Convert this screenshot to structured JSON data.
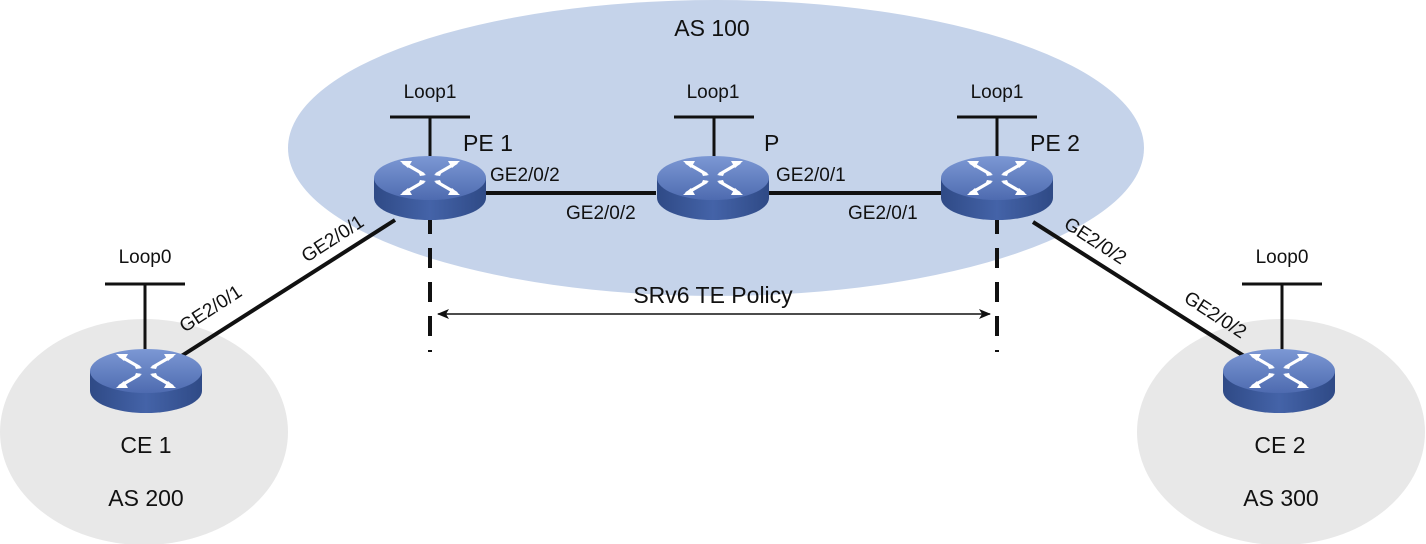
{
  "colors": {
    "core_as": "#c5d3ea",
    "edge_as": "#e8e8e8",
    "router_top": "#5b79be",
    "router_side": "#3a5596",
    "link": "#111111"
  },
  "as_regions": {
    "core": "AS 100",
    "left": "AS 200",
    "right": "AS 300"
  },
  "nodes": {
    "pe1": {
      "name": "PE 1",
      "loopback": "Loop1"
    },
    "p": {
      "name": "P",
      "loopback": "Loop1"
    },
    "pe2": {
      "name": "PE 2",
      "loopback": "Loop1"
    },
    "ce1": {
      "name": "CE 1",
      "loopback": "Loop0"
    },
    "ce2": {
      "name": "CE 2",
      "loopback": "Loop0"
    }
  },
  "links": {
    "ce1_pe1": {
      "ce1_side": "GE2/0/1",
      "pe1_side": "GE2/0/1"
    },
    "pe1_p": {
      "pe1_side": "GE2/0/2",
      "p_side": "GE2/0/2"
    },
    "p_pe2": {
      "p_side": "GE2/0/1",
      "pe2_side": "GE2/0/1"
    },
    "pe2_ce2": {
      "pe2_side": "GE2/0/2",
      "ce2_side": "GE2/0/2"
    }
  },
  "policy": {
    "label": "SRv6 TE Policy"
  },
  "icons": {
    "router": "router-icon"
  }
}
